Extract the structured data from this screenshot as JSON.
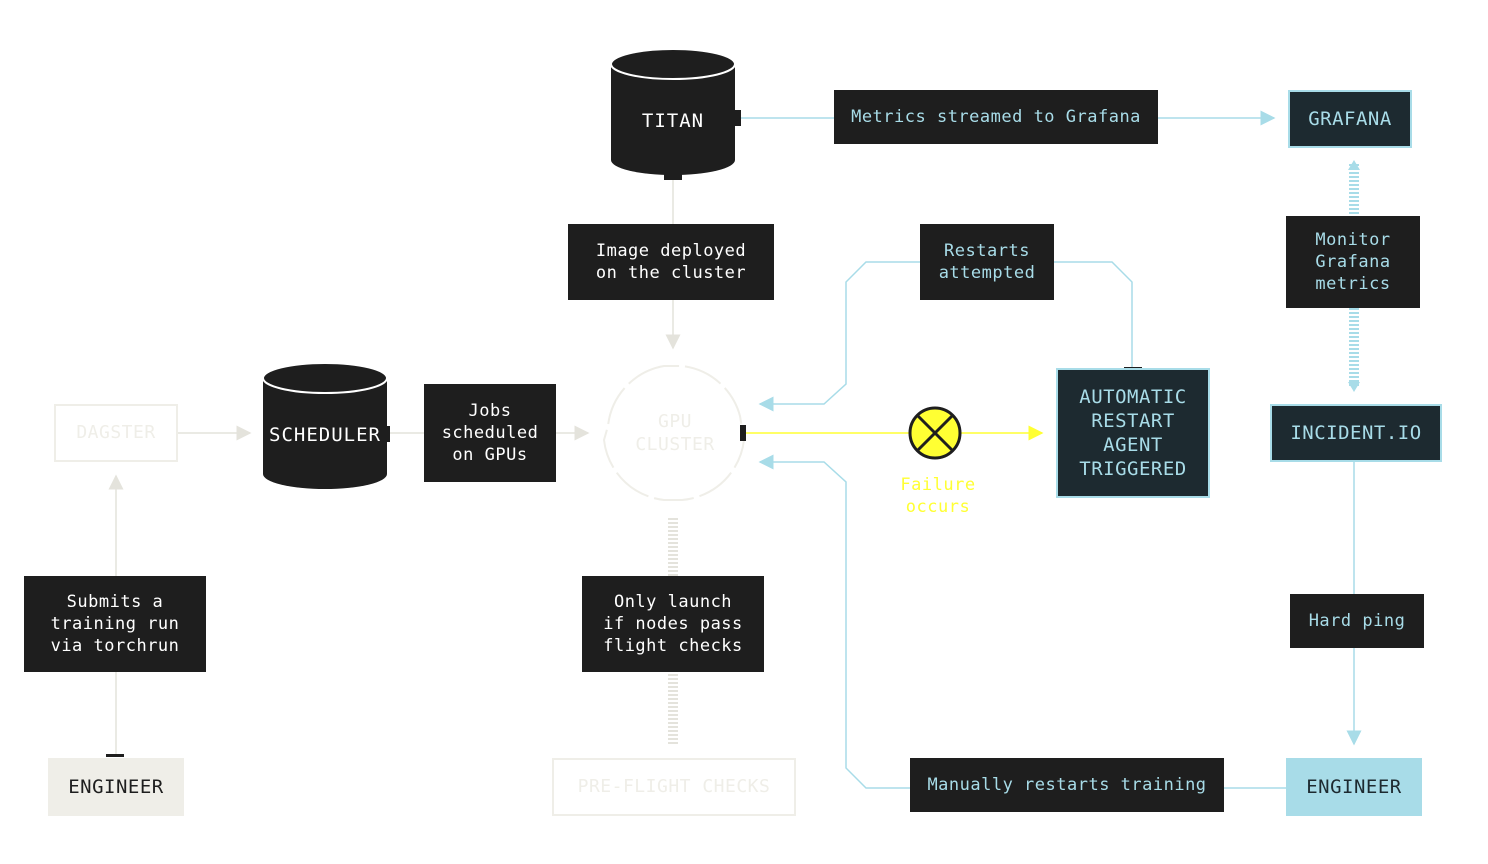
{
  "colors": {
    "dark": "#1e1e1e",
    "teal": "#a8dce8",
    "teal_dark_bg": "#1d2a30",
    "yellow": "#ffff33",
    "ghost": "#efeee8"
  },
  "nodes": {
    "titan": "TITAN",
    "scheduler": "SCHEDULER",
    "dagster": "DAGSTER",
    "gpu_cluster": "GPU\nCLUSTER",
    "grafana": "GRAFANA",
    "incident_io": "INCIDENT.IO",
    "auto_restart": "AUTOMATIC\nRESTART\nAGENT\nTRIGGERED",
    "engineer_left": "ENGINEER",
    "engineer_right": "ENGINEER",
    "preflight": "PRE-FLIGHT CHECKS"
  },
  "labels": {
    "metrics_streamed": "Metrics streamed to Grafana",
    "image_deployed": "Image deployed\non the cluster",
    "restarts_attempted": "Restarts\nattempted",
    "monitor_grafana": "Monitor\nGrafana\nmetrics",
    "jobs_scheduled": "Jobs\nscheduled\non GPUs",
    "failure_occurs": "Failure\noccurs",
    "submits_run": "Submits a\ntraining run\nvia torchrun",
    "only_launch": "Only launch\nif nodes pass\nflight checks",
    "hard_ping": "Hard ping",
    "manually_restarts": "Manually restarts training"
  }
}
